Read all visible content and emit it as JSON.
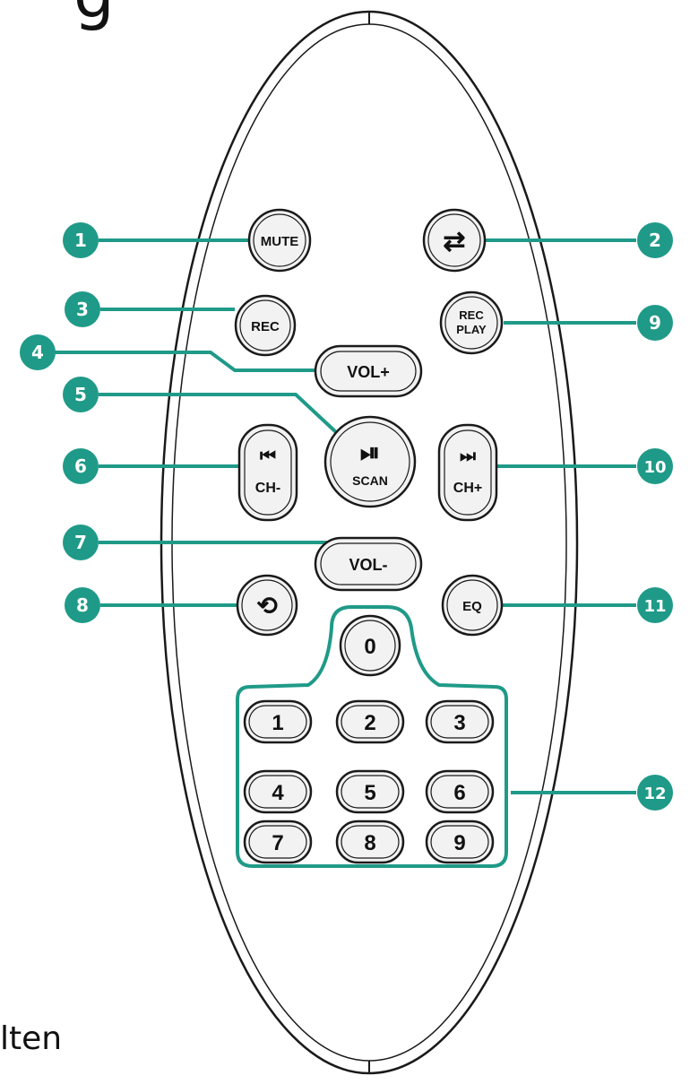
{
  "heading_fragment": "g",
  "footer_fragment": "lten",
  "colors": {
    "accent": "#1f9a88",
    "outline": "#1a1a1a",
    "button_fill": "#f2f2f2"
  },
  "buttons": {
    "mute": "MUTE",
    "repeat_mode": "⇄",
    "rec": "REC",
    "rec_play_1": "REC",
    "rec_play_2": "PLAY",
    "vol_up": "VOL+",
    "play_pause_icon": "⏯",
    "scan": "SCAN",
    "ch_down_icon": "⏮",
    "ch_down": "CH-",
    "ch_up_icon": "⏭",
    "ch_up": "CH+",
    "vol_down": "VOL-",
    "loop_icon": "⟲",
    "eq": "EQ",
    "n0": "0",
    "n1": "1",
    "n2": "2",
    "n3": "3",
    "n4": "4",
    "n5": "5",
    "n6": "6",
    "n7": "7",
    "n8": "8",
    "n9": "9"
  },
  "callouts": [
    "1",
    "2",
    "3",
    "4",
    "5",
    "6",
    "7",
    "8",
    "9",
    "10",
    "11",
    "12"
  ]
}
